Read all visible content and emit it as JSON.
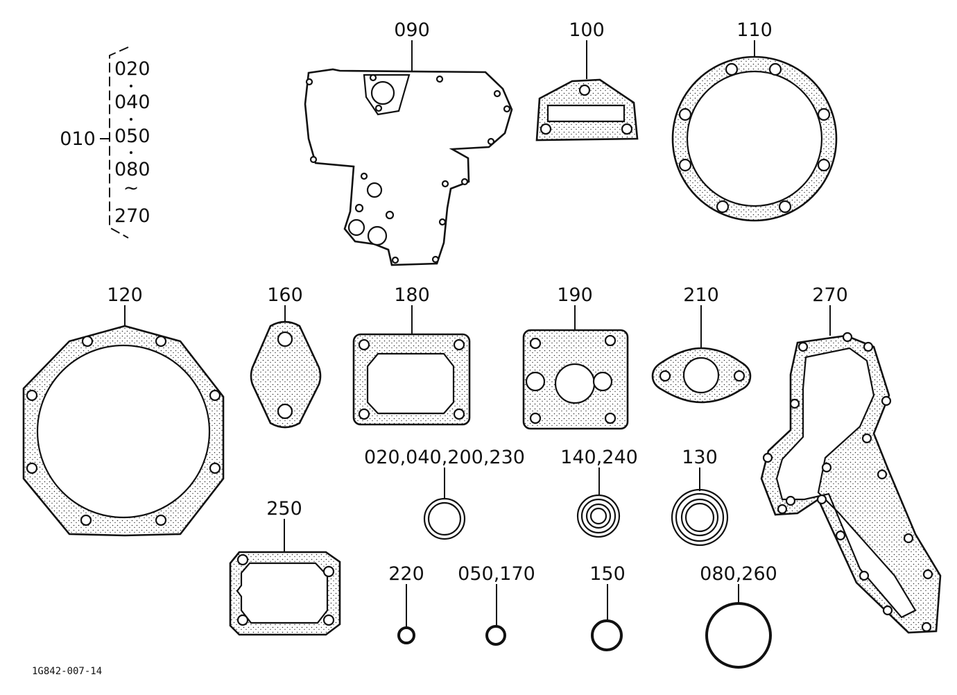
{
  "bracket": {
    "main_label": "010",
    "items": [
      "020",
      "040",
      "050",
      "080",
      "270"
    ],
    "tilde": "~"
  },
  "parts": {
    "p090": "090",
    "p100": "100",
    "p110": "110",
    "p120": "120",
    "p160": "160",
    "p180": "180",
    "p190": "190",
    "p210": "210",
    "p270": "270",
    "p250": "250",
    "p_ring_a": "020,040,200,230",
    "p_ring_b": "140,240",
    "p130": "130",
    "p220": "220",
    "p_oring_a": "050,170",
    "p150": "150",
    "p_oring_b": "080,260"
  },
  "drawing_code": "1G842-007-14"
}
